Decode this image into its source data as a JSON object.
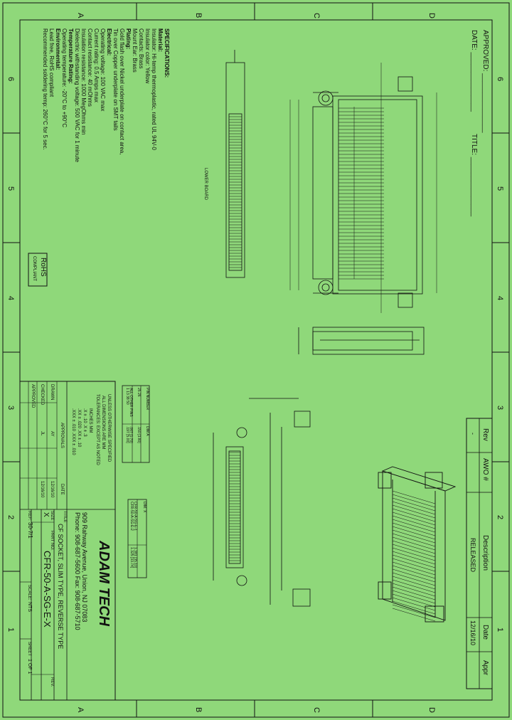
{
  "border": {
    "top_numbers": [
      "A",
      "B",
      "C",
      "D"
    ],
    "bottom_numbers": [
      "A",
      "B",
      "C",
      "D"
    ],
    "left_numbers": [
      "6",
      "5",
      "4",
      "3",
      "2",
      "1"
    ],
    "right_numbers": [
      "6",
      "5",
      "4",
      "3",
      "2",
      "1"
    ]
  },
  "approval": {
    "approved": "APPROVED: _______________",
    "date": "DATE: _______________",
    "title": "TITLE: _______________"
  },
  "specs": {
    "heading": "SPECIFICATIONS:",
    "lines": [
      "Material:",
      "Insulator: Hi-temp thermoplastic, rated UL 94V-0",
      "Insulator color: Yellow",
      "Contacts: Brass",
      "Mount Ear: Brass",
      "Plating:",
      "Gold flash over Nickel underplate on contact area,",
      "Tin over Copper underplate on SMT tails",
      "Electrical:",
      "Operating voltage: 100 VAC max",
      "Current rating: 0.5 Amps max",
      "Contact resistance: 40 mOhms",
      "Insulation resistance: 1000 MegOhms min",
      "Dielectric withstanding voltage: 500 VAC for 1 minute",
      "Temperature Rating:",
      "Operating temperature: -20°C to +90°C",
      "Environmental:",
      "Lead free, RoHS compliant",
      "Recommended soldering temp: 260°C for 5 sec."
    ]
  },
  "rohs": {
    "line1": "RoHS",
    "line2": "COMPLIANT"
  },
  "lower_board": "LOWER BOARD",
  "pin_table": {
    "headers": [
      "PIN NUMBER",
      "DIM A"
    ],
    "rows": [
      [
        "25 26",
        ".150 [3.80]"
      ],
      [
        "ALL OTHER PINS",
        ".067 [1.70]"
      ],
      [
        "1 13 38 50",
        ".197 [5.00]"
      ]
    ]
  },
  "part_table": {
    "headers": [
      "DIM. X",
      "P/N"
    ],
    "rows": [
      [
        "1.381 [35.10]",
        "CFR-50-A-SG-E-1"
      ],
      [
        "1.325 [33.74]",
        "CFR-50-A-SG-E-2"
      ]
    ]
  },
  "revision": {
    "headers": [
      "Rev",
      "AWO #",
      "Description",
      "Date",
      "Appr"
    ],
    "row": [
      "-",
      "",
      "RELEASED",
      "12/16/10",
      ""
    ]
  },
  "tolerance": {
    "lines": [
      "UNLESS OTHERWISE SPECIFIED",
      "ALL DIMENSIONS ARE MM",
      "TOLERANCES: EXCEPT AS NOTED",
      "INCHES          MM",
      ".X  ± .10    .X  ± .3",
      ".XX ± .020   .XX ± .10",
      ".XXX ± .010  .XXX ± .010"
    ]
  },
  "approvals_block": {
    "header": [
      "APPROVALS",
      "DATE"
    ],
    "rows": [
      [
        "DRAWN",
        "AY",
        "12/16/10"
      ],
      [
        "CHECKED",
        "JL",
        "12/16/10"
      ],
      [
        "APPROVED",
        "",
        ""
      ]
    ]
  },
  "company": {
    "name": "ADAM TECH",
    "address": "909 Rahway Avenue, Union, NJ 07083",
    "phone": "Phone: 908-687-5600  Fax: 908-687-5710"
  },
  "title_block": {
    "title_label": "TITLE",
    "title": "CF SOCKET, SLIM TYPE, REVERSE TYPE",
    "size_label": "SIZE",
    "size": "X",
    "part_label": "PART NO.",
    "part": "CFR-50-A-SG-E-X",
    "rev_label": "REV.",
    "ref_label": "REF:",
    "ref": "30-7/1",
    "scale_label": "SCALE:",
    "scale": "NTS",
    "sheet_label": "SHEET",
    "sheet": "1 OF 1"
  },
  "colors": {
    "background": "#8fd87a",
    "line": "#111111"
  }
}
